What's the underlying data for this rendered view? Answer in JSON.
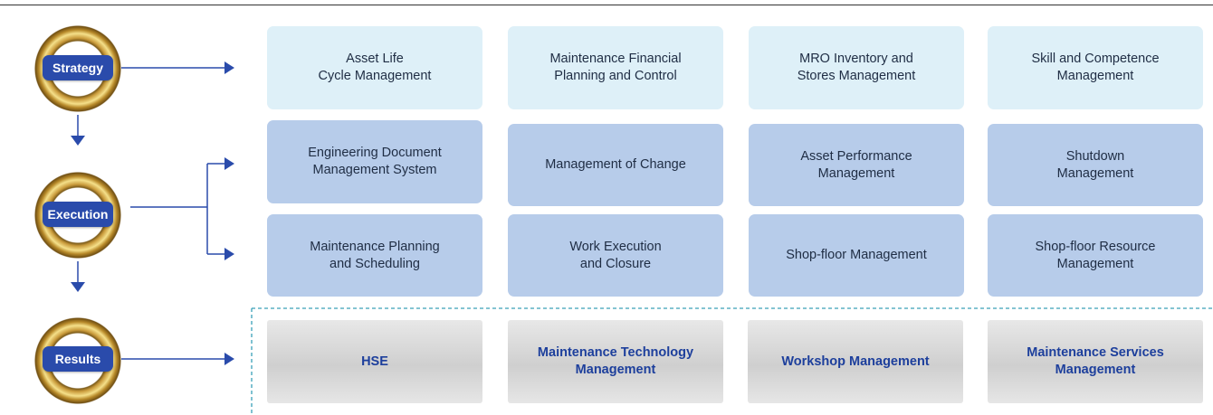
{
  "stages": [
    {
      "label": "Strategy"
    },
    {
      "label": "Execution"
    },
    {
      "label": "Results"
    }
  ],
  "rows": [
    {
      "row": "strategy",
      "boxes": [
        {
          "label": "Asset Life\nCycle Management"
        },
        {
          "label": "Maintenance Financial\nPlanning and Control"
        },
        {
          "label": "MRO Inventory and\nStores Management"
        },
        {
          "label": "Skill and Competence\nManagement"
        }
      ]
    },
    {
      "row": "execution-1",
      "boxes": [
        {
          "label": "Engineering  Document\nManagement System"
        },
        {
          "label": "Management of Change"
        },
        {
          "label": "Asset Performance\nManagement"
        },
        {
          "label": "Shutdown\nManagement"
        }
      ]
    },
    {
      "row": "execution-2",
      "boxes": [
        {
          "label": "Maintenance Planning\nand Scheduling"
        },
        {
          "label": "Work Execution\nand Closure"
        },
        {
          "label": "Shop-floor Management"
        },
        {
          "label": "Shop-floor Resource\nManagement"
        }
      ]
    },
    {
      "row": "results",
      "boxes": [
        {
          "label": "HSE"
        },
        {
          "label": "Maintenance Technology\nManagement"
        },
        {
          "label": "Workshop Management"
        },
        {
          "label": "Maintenance Services\nManagement"
        }
      ]
    }
  ],
  "colors": {
    "stage_label_bg": "#2a4bab",
    "connector": "#2a4bab",
    "strategy_box": "#def0f8",
    "execution_box": "#b7ccea",
    "results_text": "#1d3f9c",
    "dashed_separator": "#3aa0b8"
  }
}
